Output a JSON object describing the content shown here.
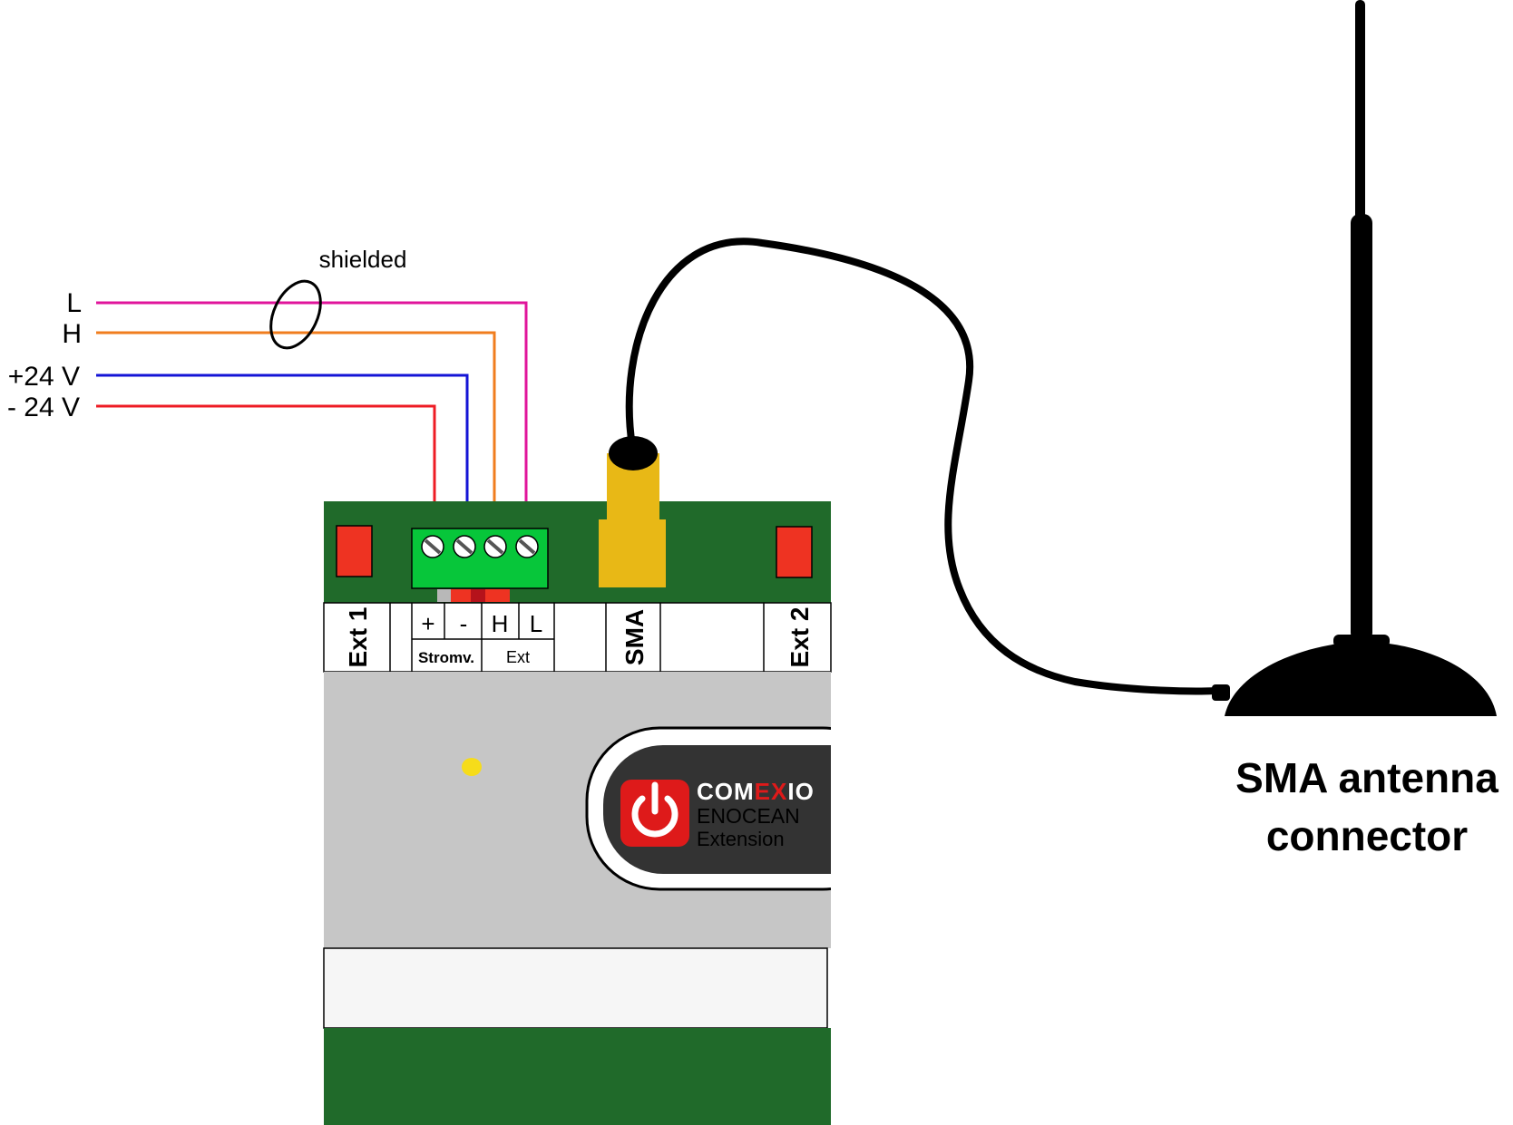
{
  "wires": {
    "l_label": "L",
    "h_label": "H",
    "plus_label": "+24 V",
    "minus_label": "- 24 V",
    "shield_label": "shielded",
    "colors": {
      "l": "#e0149b",
      "h": "#f07d1e",
      "plus": "#1414d6",
      "minus": "#ee1c24"
    }
  },
  "device": {
    "ext1_label": "Ext 1",
    "ext2_label": "Ext 2",
    "sma_label": "SMA",
    "terminal_plus": "+",
    "terminal_minus": "-",
    "terminal_h": "H",
    "terminal_l": "L",
    "group_power_label": "Stromv.",
    "group_ext_label": "Ext",
    "brand_com": "COM",
    "brand_ex": "EX",
    "brand_io": "IO",
    "product_line1": "ENOCEAN",
    "product_line2": "Extension",
    "colors": {
      "pcb_green": "#206a2a",
      "terminal_green": "#07c63a",
      "connector_red": "#ee3322",
      "body_gray": "#c6c6c6",
      "sma_yellow": "#e8b816",
      "led_yellow": "#f6dc1a",
      "logo_red": "#de1a1a",
      "badge_dark": "#333333"
    }
  },
  "antenna": {
    "caption_line1": "SMA antenna",
    "caption_line2": "connector"
  }
}
